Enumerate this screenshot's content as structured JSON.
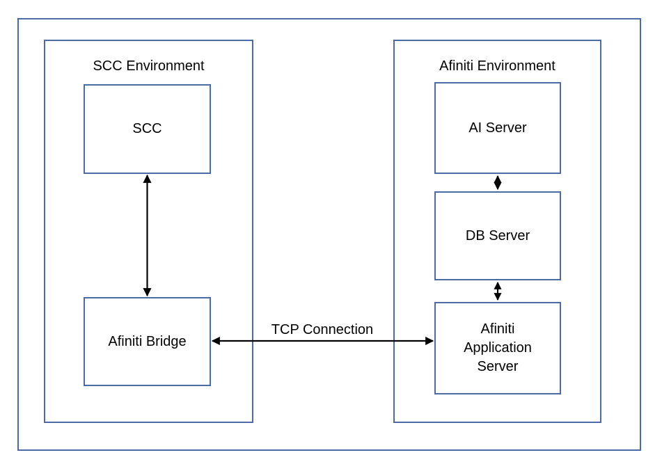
{
  "diagram": {
    "title": "SCC and Afiniti environment integration diagram",
    "colors": {
      "border_blue": "#4C6AA5",
      "connector_black": "#000000",
      "background": "#FFFFFF",
      "text": "#000000"
    },
    "outer_frame": {
      "label": ""
    },
    "environments": [
      {
        "id": "scc-environment",
        "title": "SCC Environment",
        "nodes": [
          {
            "id": "scc",
            "label": "SCC"
          },
          {
            "id": "afiniti-bridge",
            "label": "Afiniti Bridge"
          }
        ]
      },
      {
        "id": "afiniti-environment",
        "title": "Afiniti Environment",
        "nodes": [
          {
            "id": "ai-server",
            "label": "AI Server"
          },
          {
            "id": "db-server",
            "label": "DB Server"
          },
          {
            "id": "afiniti-application-server",
            "label": "Afiniti\nApplication\nServer"
          }
        ]
      }
    ],
    "connectors": [
      {
        "id": "scc-to-bridge",
        "from": "scc",
        "to": "afiniti-bridge",
        "direction": "bidirectional",
        "orientation": "vertical",
        "label": ""
      },
      {
        "id": "bridge-to-app-server",
        "from": "afiniti-bridge",
        "to": "afiniti-application-server",
        "direction": "bidirectional",
        "orientation": "horizontal",
        "label": "TCP Connection"
      },
      {
        "id": "ai-to-db",
        "from": "ai-server",
        "to": "db-server",
        "direction": "bidirectional",
        "orientation": "vertical",
        "label": ""
      },
      {
        "id": "db-to-app-server",
        "from": "db-server",
        "to": "afiniti-application-server",
        "direction": "bidirectional",
        "orientation": "vertical",
        "label": ""
      }
    ]
  }
}
